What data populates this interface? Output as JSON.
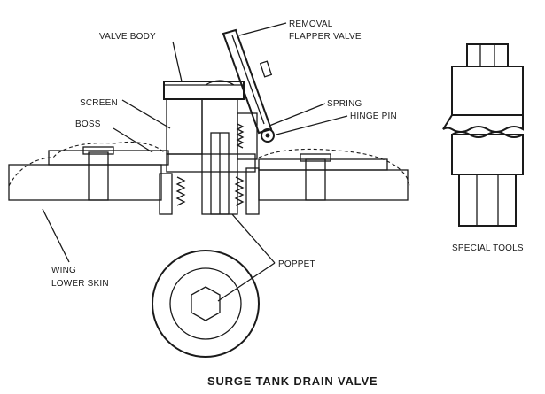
{
  "diagram": {
    "caption": "SURGE TANK DRAIN VALVE",
    "labels": {
      "removal_line1": "REMOVAL",
      "removal_line2": "FLAPPER VALVE",
      "valve_body": "VALVE BODY",
      "screen": "SCREEN",
      "boss": "BOSS",
      "spring": "SPRING",
      "hinge_pin": "HINGE PIN",
      "wing_line1": "WING",
      "wing_line2": "LOWER SKIN",
      "poppet": "POPPET",
      "special_tools": "SPECIAL TOOLS"
    }
  }
}
